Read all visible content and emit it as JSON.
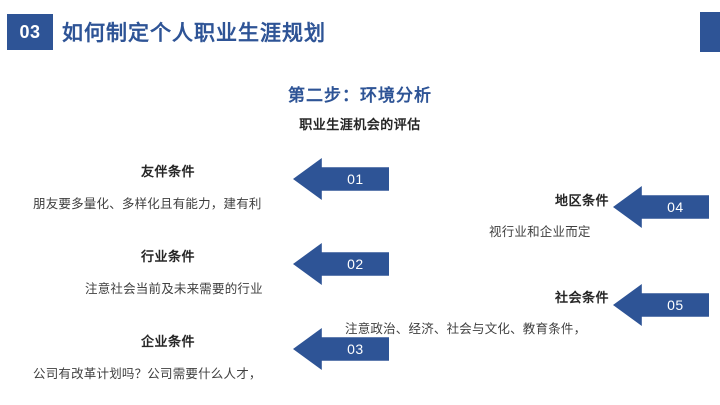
{
  "header": {
    "badge": "03",
    "title": "如何制定个人职业生涯规划",
    "accent_color": "#2e5496"
  },
  "subtitle": {
    "main": "第二步：环境分析",
    "sub": "职业生涯机会的评估"
  },
  "items": [
    {
      "number": "01",
      "title": "友伴条件",
      "desc": "朋友要多量化、多样化且有能力，建有利"
    },
    {
      "number": "02",
      "title": "行业条件",
      "desc": "注意社会当前及未来需要的行业"
    },
    {
      "number": "03",
      "title": "企业条件",
      "desc": "公司有改革计划吗？公司需要什么人才，"
    },
    {
      "number": "04",
      "title": "地区条件",
      "desc": "视行业和企业而定"
    },
    {
      "number": "05",
      "title": "社会条件",
      "desc": "注意政治、经济、社会与文化、教育条件，"
    }
  ]
}
